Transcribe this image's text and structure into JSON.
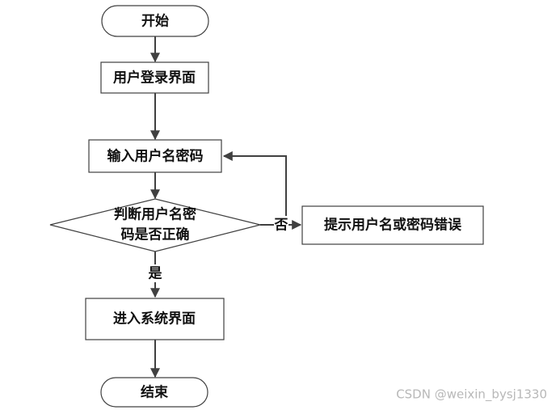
{
  "nodes": {
    "start": "开始",
    "login_page": "用户登录界面",
    "input_credentials": "输入用户名密码",
    "check_line1": "判断用户名密",
    "check_line2": "码是否正确",
    "error_prompt": "提示用户名或密码错误",
    "enter_system": "进入系统界面",
    "end": "结束"
  },
  "edges": {
    "no_label": "否",
    "yes_label": "是"
  },
  "watermark": "CSDN @weixin_bysj1330",
  "colors": {
    "stroke": "#404040",
    "text": "#111111",
    "watermark": "#b8b8b8"
  }
}
